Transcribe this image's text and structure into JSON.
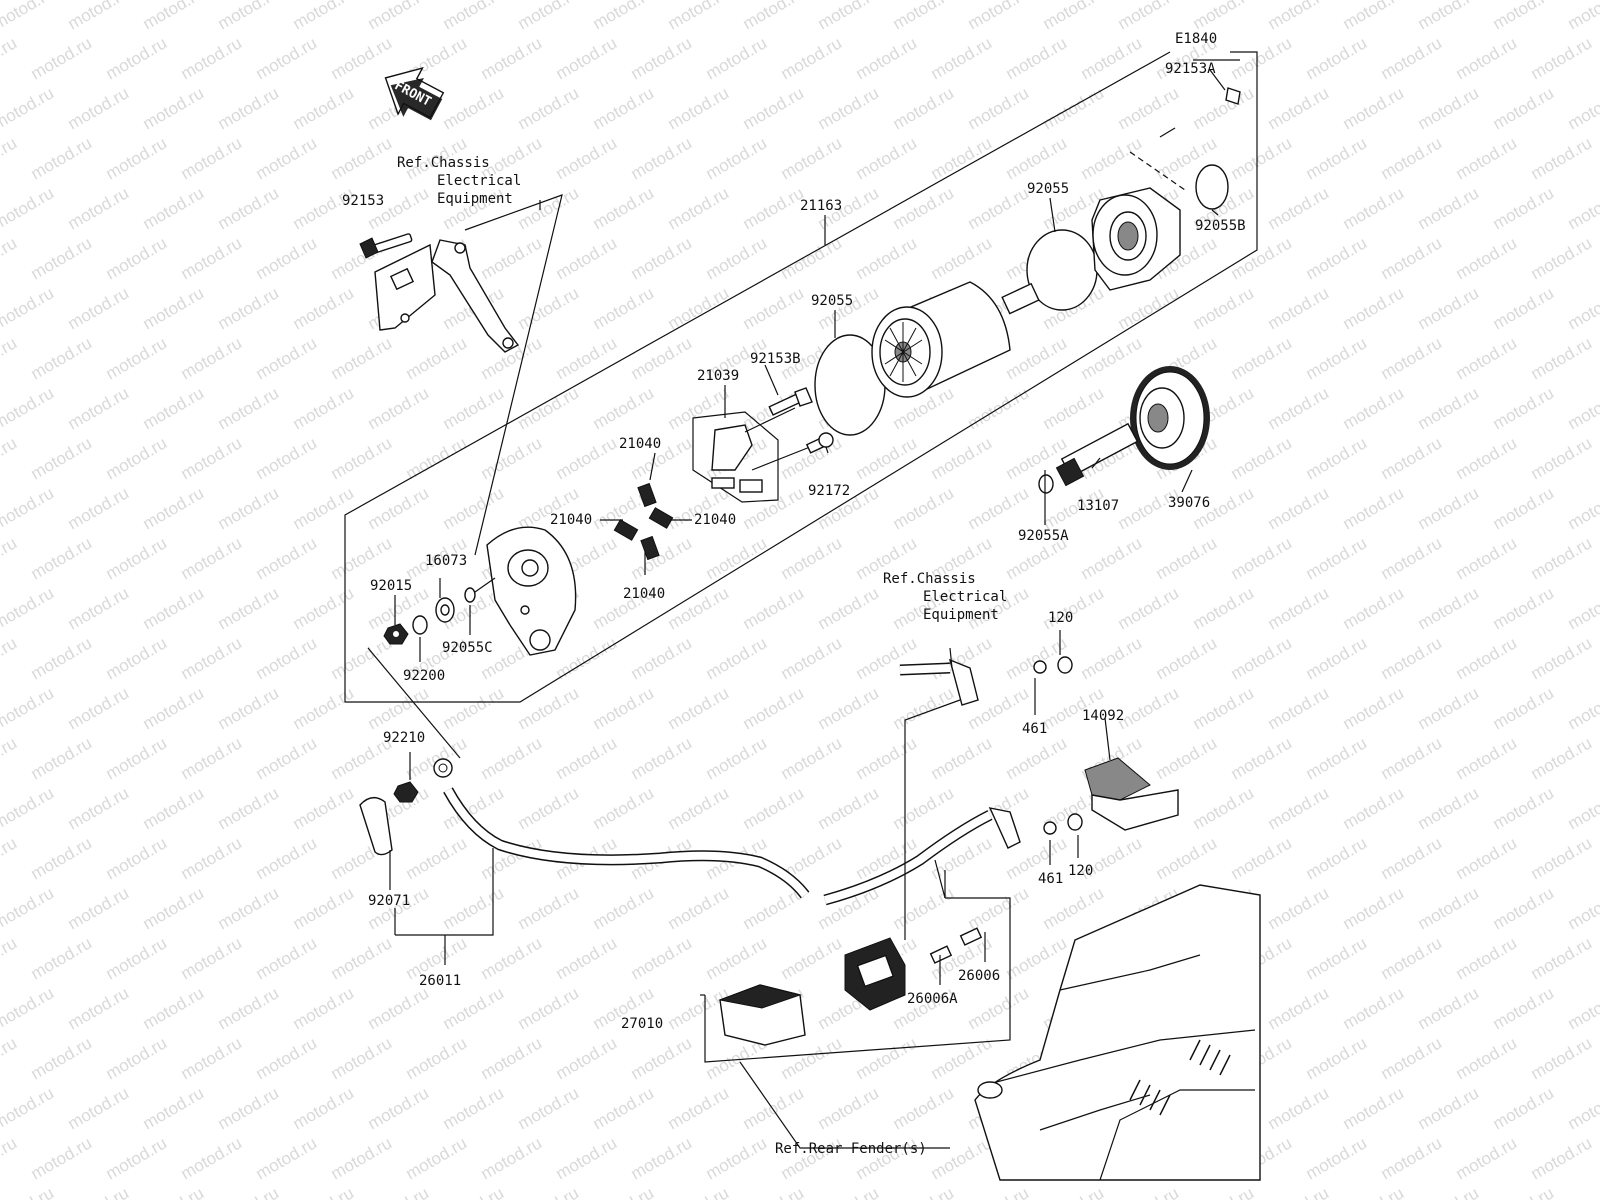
{
  "diagram_id": "E1840",
  "front_label": "FRONT",
  "watermark": "motod.ru",
  "references": {
    "chassis_1": [
      "Ref.Chassis",
      "Electrical",
      "Equipment"
    ],
    "chassis_2": [
      "Ref.Chassis",
      "Electrical",
      "Equipment"
    ],
    "rear_fender": "Ref.Rear Fender(s)"
  },
  "parts": {
    "p92153A": "92153A",
    "p92055B": "92055B",
    "p92055_top": "92055",
    "p21163": "21163",
    "p92153": "92153",
    "p92055_mid": "92055",
    "p92153B": "92153B",
    "p21039": "21039",
    "p21040_top": "21040",
    "p21040_left": "21040",
    "p21040_right": "21040",
    "p21040_bottom": "21040",
    "p92172": "92172",
    "p13107": "13107",
    "p39076": "39076",
    "p92055A": "92055A",
    "p16073": "16073",
    "p92015": "92015",
    "p92055C": "92055C",
    "p92200": "92200",
    "p120_top": "120",
    "p461_top": "461",
    "p14092": "14092",
    "p92210": "92210",
    "p461_bottom": "461",
    "p120_bottom": "120",
    "p92071": "92071",
    "p26011": "26011",
    "p26006": "26006",
    "p26006A": "26006A",
    "p27010": "27010"
  }
}
